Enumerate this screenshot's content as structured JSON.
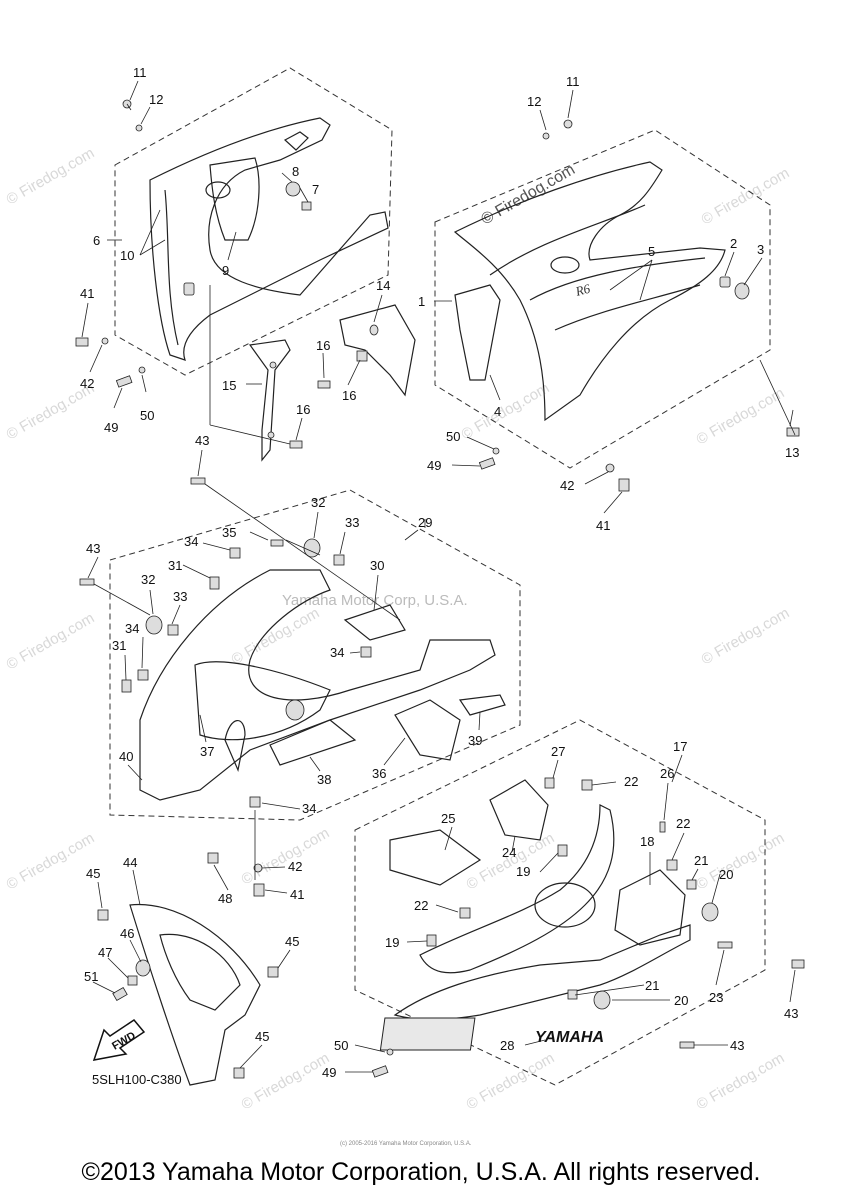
{
  "diagram": {
    "code": "5SLH100-C380",
    "direction_label": "FWD",
    "center_watermark": "Yamaha Motor Corp, U.S.A.",
    "brand_decal_text": "YAMAHA",
    "model_decal_text": "R6",
    "site_watermark": "© Firedog.com",
    "fine_print": "(c) 2005-2016 Yamaha Motor Corporation, U.S.A.",
    "callouts": [
      "1",
      "2",
      "3",
      "4",
      "5",
      "6",
      "7",
      "8",
      "9",
      "10",
      "11",
      "12",
      "13",
      "14",
      "15",
      "16",
      "17",
      "18",
      "19",
      "20",
      "21",
      "22",
      "23",
      "24",
      "25",
      "26",
      "27",
      "28",
      "29",
      "30",
      "31",
      "32",
      "33",
      "34",
      "35",
      "36",
      "37",
      "38",
      "39",
      "40",
      "41",
      "42",
      "43",
      "44",
      "45",
      "46",
      "47",
      "48",
      "49",
      "50",
      "51"
    ]
  },
  "footer": {
    "copyright": "©2013 Yamaha Motor Corporation, U.S.A. All rights reserved."
  }
}
